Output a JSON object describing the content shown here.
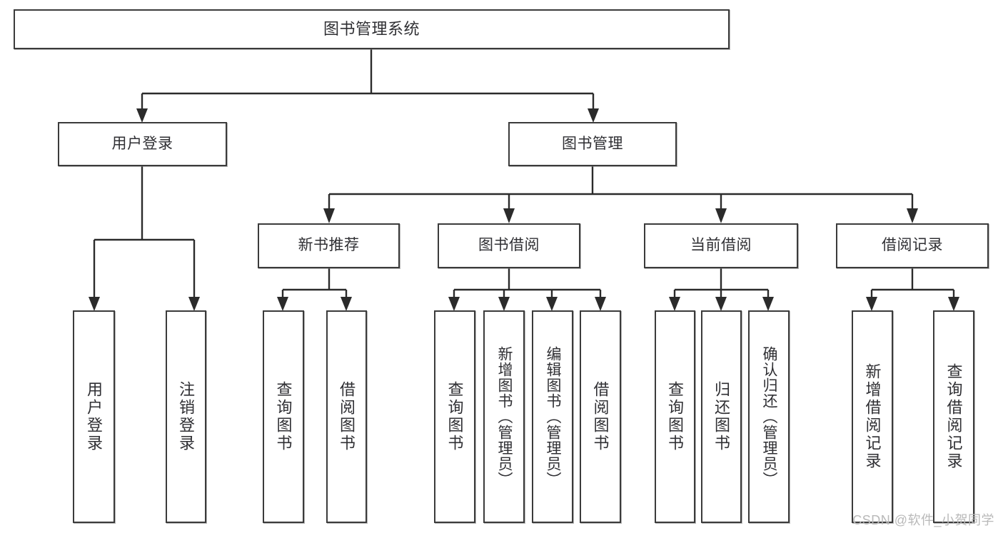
{
  "diagram": {
    "type": "tree-hierarchy-chart",
    "title": "图书管理系统",
    "watermark": "CSDN @软件_小贺同学",
    "levels": 4,
    "nodes": {
      "root": {
        "label": "图书管理系统",
        "orientation": "horizontal"
      },
      "level2": [
        {
          "id": "user-login",
          "label": "用户登录",
          "orientation": "horizontal"
        },
        {
          "id": "book-management",
          "label": "图书管理",
          "orientation": "horizontal"
        }
      ],
      "level3": [
        {
          "id": "new-book-recommend",
          "label": "新书推荐",
          "orientation": "horizontal",
          "parent": "book-management"
        },
        {
          "id": "book-borrow",
          "label": "图书借阅",
          "orientation": "horizontal",
          "parent": "book-management"
        },
        {
          "id": "current-borrow",
          "label": "当前借阅",
          "orientation": "horizontal",
          "parent": "book-management"
        },
        {
          "id": "borrow-record",
          "label": "借阅记录",
          "orientation": "horizontal",
          "parent": "book-management"
        }
      ],
      "leaves": [
        {
          "id": "leaf-user-login",
          "label": "用户登录",
          "parent": "user-login"
        },
        {
          "id": "leaf-logout",
          "label": "注销登录",
          "parent": "user-login"
        },
        {
          "id": "leaf-query-book-1",
          "label": "查询图书",
          "parent": "new-book-recommend"
        },
        {
          "id": "leaf-borrow-book-1",
          "label": "借阅图书",
          "parent": "new-book-recommend"
        },
        {
          "id": "leaf-query-book-2",
          "label": "查询图书",
          "parent": "book-borrow"
        },
        {
          "id": "leaf-add-book",
          "label": "新增图书（管理员）",
          "parent": "book-borrow"
        },
        {
          "id": "leaf-edit-book",
          "label": "编辑图书（管理员）",
          "parent": "book-borrow"
        },
        {
          "id": "leaf-borrow-book-2",
          "label": "借阅图书",
          "parent": "book-borrow"
        },
        {
          "id": "leaf-query-book-3",
          "label": "查询图书",
          "parent": "current-borrow"
        },
        {
          "id": "leaf-return-book",
          "label": "归还图书",
          "parent": "current-borrow"
        },
        {
          "id": "leaf-confirm-return",
          "label": "确认归还（管理员）",
          "parent": "current-borrow"
        },
        {
          "id": "leaf-add-record",
          "label": "新增借阅记录",
          "parent": "borrow-record"
        },
        {
          "id": "leaf-query-record",
          "label": "查询借阅记录",
          "parent": "borrow-record"
        }
      ]
    },
    "colors": {
      "box_border": "#3b3b3b",
      "box_fill": "#ffffff",
      "connector": "#2b2b2b",
      "text": "#2f2f33",
      "watermark": "#b9b9b9",
      "background": "#ffffff"
    }
  }
}
